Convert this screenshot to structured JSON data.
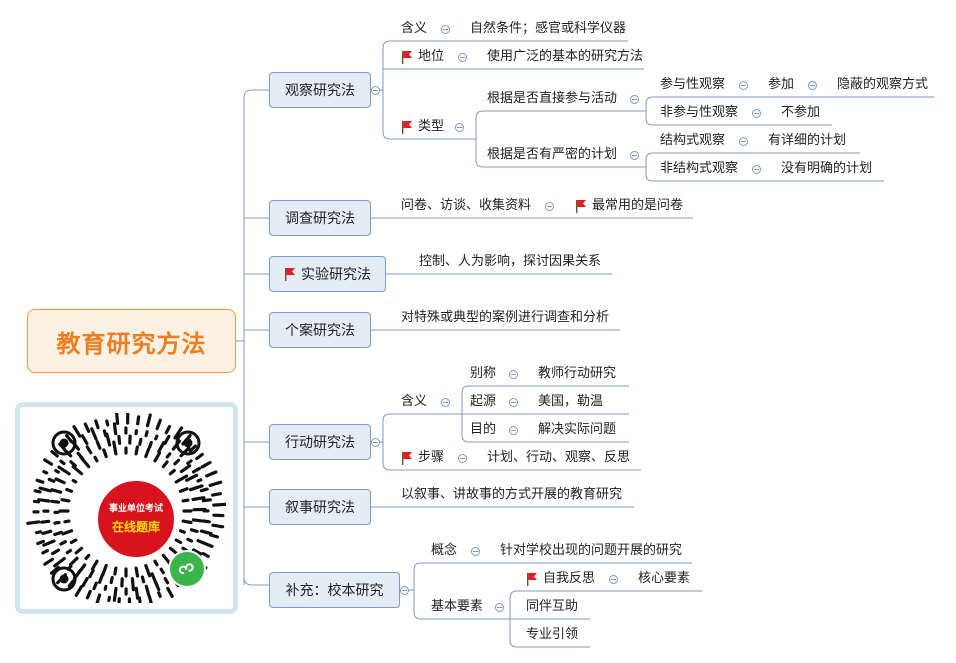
{
  "central": {
    "title": "教育研究方法"
  },
  "branches": {
    "observation": {
      "label": "观察研究法",
      "meaning": {
        "label": "含义",
        "value": "自然条件；感官或科学仪器"
      },
      "status": {
        "label": "地位",
        "value": "使用广泛的基本的研究方法"
      },
      "types": {
        "label": "类型",
        "by_participation": {
          "label": "根据是否直接参与活动",
          "participant": {
            "label": "参与性观察",
            "value": "参加",
            "detail": "隐蔽的观察方式"
          },
          "non_participant": {
            "label": "非参与性观察",
            "value": "不参加"
          }
        },
        "by_plan": {
          "label": "根据是否有严密的计划",
          "structured": {
            "label": "结构式观察",
            "value": "有详细的计划"
          },
          "unstructured": {
            "label": "非结构式观察",
            "value": "没有明确的计划"
          }
        }
      }
    },
    "survey": {
      "label": "调查研究法",
      "detail": "问卷、访谈、收集资料",
      "note": "最常用的是问卷"
    },
    "experiment": {
      "label": "实验研究法",
      "detail": "控制、人为影响，探讨因果关系"
    },
    "case": {
      "label": "个案研究法",
      "detail": "对特殊或典型的案例进行调查和分析"
    },
    "action": {
      "label": "行动研究法",
      "meaning": {
        "label": "含义",
        "alias": {
          "label": "别称",
          "value": "教师行动研究"
        },
        "origin": {
          "label": "起源",
          "value": "美国，勒温"
        },
        "purpose": {
          "label": "目的",
          "value": "解决实际问题"
        }
      },
      "steps": {
        "label": "步骤",
        "value": "计划、行动、观察、反思"
      }
    },
    "narrative": {
      "label": "叙事研究法",
      "detail": "以叙事、讲故事的方式开展的教育研究"
    },
    "school_based": {
      "label": "补充：校本研究",
      "concept": {
        "label": "概念",
        "value": "针对学校出现的问题开展的研究"
      },
      "elements": {
        "label": "基本要素",
        "self_reflection": {
          "label": "自我反思",
          "value": "核心要素"
        },
        "peer_help": {
          "label": "同伴互助"
        },
        "expert_guide": {
          "label": "专业引领"
        }
      }
    }
  },
  "qr": {
    "line1": "事业单位考试",
    "line2": "在线题库"
  },
  "colors": {
    "accent": "#f07d1e",
    "node_border": "#7d9bc3",
    "node_fill": "#e4ecf6",
    "flag": "#e02020",
    "qr_badge": "#d7131e",
    "wechat": "#39b54a"
  },
  "icons": {
    "flag": "flag-icon",
    "collapse": "collapse-icon",
    "qr": "qr-code-icon",
    "mini_program": "mini-program-icon"
  }
}
